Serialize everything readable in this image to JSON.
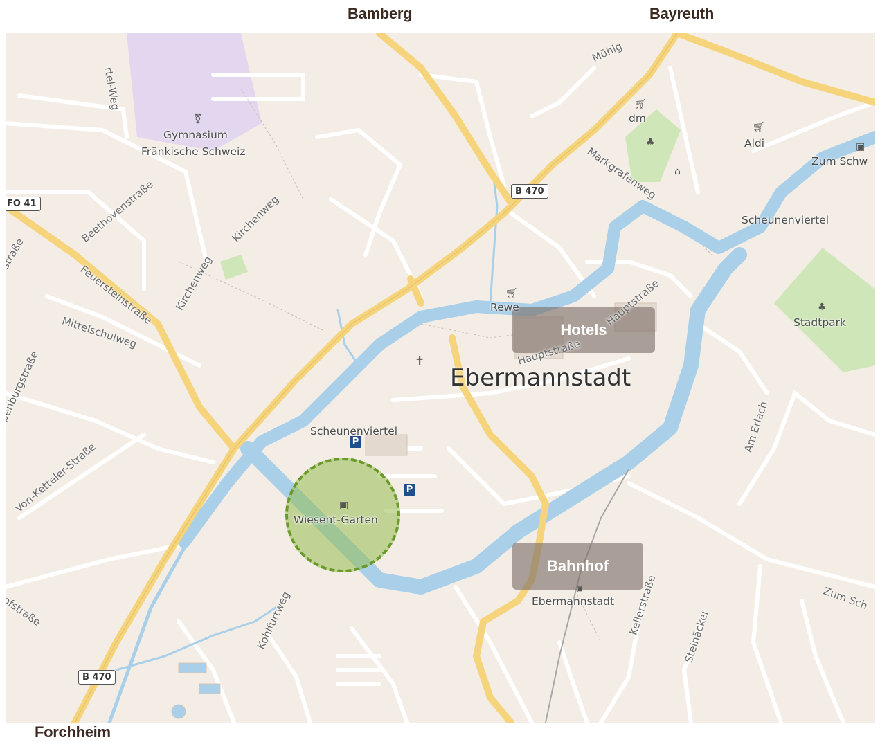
{
  "directions": {
    "north_west": "Bamberg",
    "north_east": "Bayreuth",
    "south_west": "Forchheim"
  },
  "town_name": "Ebermannstadt",
  "overlays": {
    "hotels": "Hotels",
    "station": "Bahnhof"
  },
  "highlight": {
    "label": "Wiesent-Garten"
  },
  "pois": {
    "gymnasium_line1": "Gymnasium",
    "gymnasium_line2": "Fränkische Schweiz",
    "dm": "dm",
    "aldi": "Aldi",
    "zum_schw": "Zum Schw",
    "rewe": "Rewe",
    "scheunenviertel_east": "Scheunenviertel",
    "scheunenviertel_center": "Scheunenviertel",
    "stadtpark": "Stadtpark",
    "bahnhof_ebermannstadt": "Ebermannstadt"
  },
  "streets": {
    "ortel_weg": "rtel-Weg",
    "beethovenstrasse": "Beethovenstraße",
    "kirchenweg_1": "Kirchenweg",
    "kirchenweg_2": "Kirchenweg",
    "feuersteinstrasse": "Feuersteinstraße",
    "mittelschulweg": "Mittelschulweg",
    "strasse_left": "straße",
    "ppenburgstrasse": "ppenburgstraße",
    "von_ketteler": "Von-Ketteler-Straße",
    "markgrafenweg": "Markgrafenweg",
    "hauptstrasse_1": "Hauptstraße",
    "hauptstrasse_2": "Hauptstraße",
    "muehl": "Mühlg",
    "am_erlach": "Am Erlach",
    "kellerstrasse": "Kellerstraße",
    "steinaecker": "Steinäcker",
    "zum_sch": "Zum Sch",
    "kohlfurtweg": "Kohlfurtweg",
    "hofstrasse": "ofstraße"
  },
  "road_shields": {
    "fo41": "FO 41",
    "b470_top": "B 470",
    "b470_bottom": "B 470"
  },
  "icons": {
    "gymnasium": "school-icon",
    "shop": "cart-icon",
    "tree": "tree-icon",
    "museum": "museum-icon",
    "church": "church-cross-icon",
    "beer": "beer-garden-icon",
    "train": "train-icon",
    "parking": "P"
  },
  "colors": {
    "map_bg": "#f3ede6",
    "river": "#a9cfe9",
    "main_road": "#f5d47b",
    "park": "#c8e2b0",
    "highlight_fill": "#9fbe58",
    "highlight_stroke": "#6a9a2a",
    "overlay": "#7a6e68"
  }
}
